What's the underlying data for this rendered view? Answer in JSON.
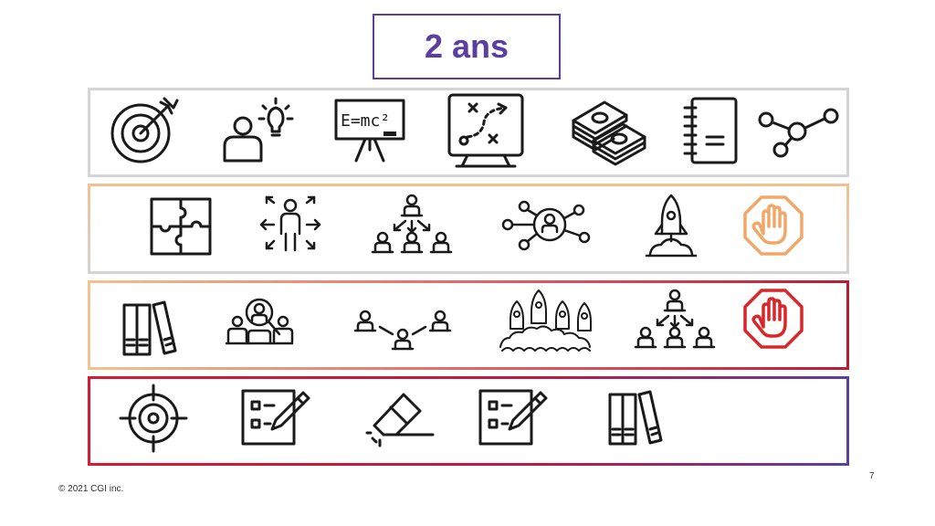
{
  "slide": {
    "title": "2 ans",
    "footer": "© 2021 CGI inc.",
    "page_number": "7"
  },
  "icon_text": {
    "formula": "E=mc²"
  },
  "colors": {
    "title_purple": "#5b3fa0",
    "row1_border": "#d4d4d4",
    "row2_border": "#f3c08e",
    "row3_border": "#e0545f",
    "row4_border": "#c0182f",
    "stop_orange": "#f0a868",
    "stop_red": "#d9262a",
    "icon_stroke": "#1a1a1a"
  },
  "rows": [
    {
      "icons": [
        "target-arrow-icon",
        "person-idea-icon",
        "whiteboard-formula-icon",
        "strategy-board-icon",
        "money-stack-icon",
        "notebook-icon",
        "network-nodes-icon"
      ]
    },
    {
      "icons": [
        "puzzle-icon",
        "person-arrows-icon",
        "hierarchy-people-icon",
        "people-network-icon",
        "rocket-icon",
        "stop-hand-orange-icon"
      ]
    },
    {
      "icons": [
        "books-icon",
        "team-search-icon",
        "people-connection-icon",
        "rockets-launch-icon",
        "hierarchy-people-icon",
        "stop-hand-red-icon"
      ]
    },
    {
      "icons": [
        "crosshair-target-icon",
        "checklist-pencil-icon",
        "eraser-icon",
        "checklist-pencil-icon",
        "books-icon"
      ]
    }
  ]
}
